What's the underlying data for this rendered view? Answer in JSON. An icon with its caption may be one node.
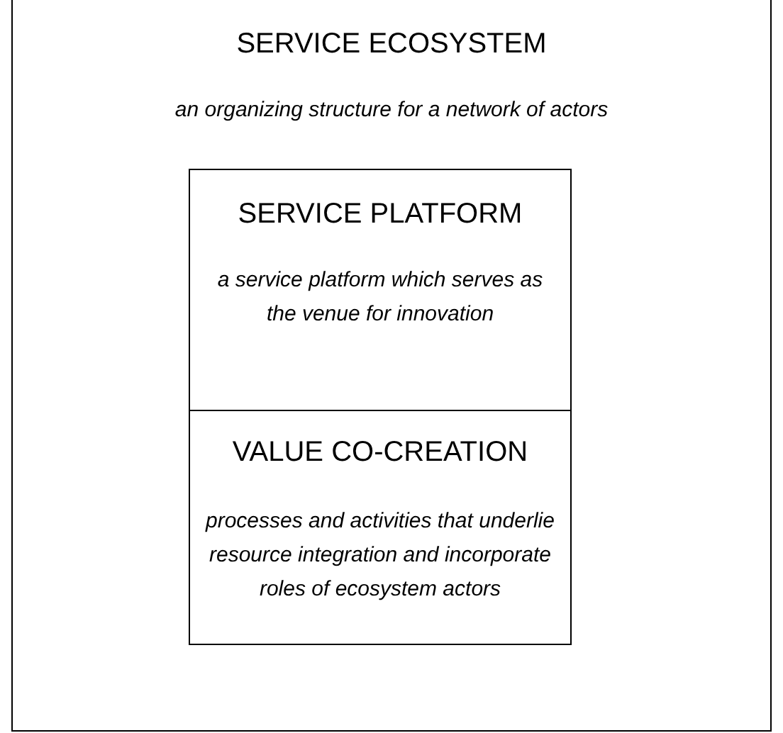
{
  "diagram": {
    "nodes": [
      {
        "text": [
          "SERVICE ECOSYSTEM",
          "an organizing structure for a network of actors"
        ]
      },
      {
        "text": [
          "SERVICE PLATFORM",
          "a service platform which serves as the venue for innovation"
        ],
        "in": 0
      },
      {
        "text": [
          "VALUE CO-CREATION",
          "processes and activities that underlie resource integration and incorporate roles of ecosystem actors"
        ],
        "in": 0
      }
    ]
  }
}
